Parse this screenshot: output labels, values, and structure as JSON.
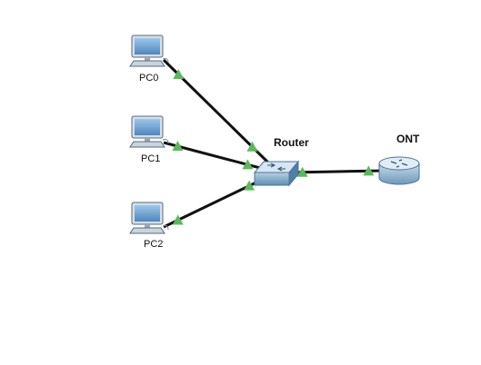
{
  "topology": {
    "nodes": [
      {
        "id": "pc0",
        "label": "PC0",
        "kind": "pc-icon"
      },
      {
        "id": "pc1",
        "label": "PC1",
        "kind": "pc-icon"
      },
      {
        "id": "pc2",
        "label": "PC2",
        "kind": "pc-icon"
      },
      {
        "id": "router",
        "label": "Router",
        "kind": "switch-icon"
      },
      {
        "id": "ont",
        "label": "ONT",
        "kind": "router-icon"
      }
    ],
    "links": [
      {
        "from": "pc0",
        "to": "router",
        "status": "up"
      },
      {
        "from": "pc1",
        "to": "router",
        "status": "up"
      },
      {
        "from": "pc2",
        "to": "router",
        "status": "up"
      },
      {
        "from": "router",
        "to": "ont",
        "status": "up"
      }
    ]
  },
  "colors": {
    "link": "#111111",
    "link_up_indicator": "#5cb85c",
    "pc_screen": "#6fa3d6",
    "pc_body": "#c9d4de",
    "device_body": "#8fb3cf"
  }
}
